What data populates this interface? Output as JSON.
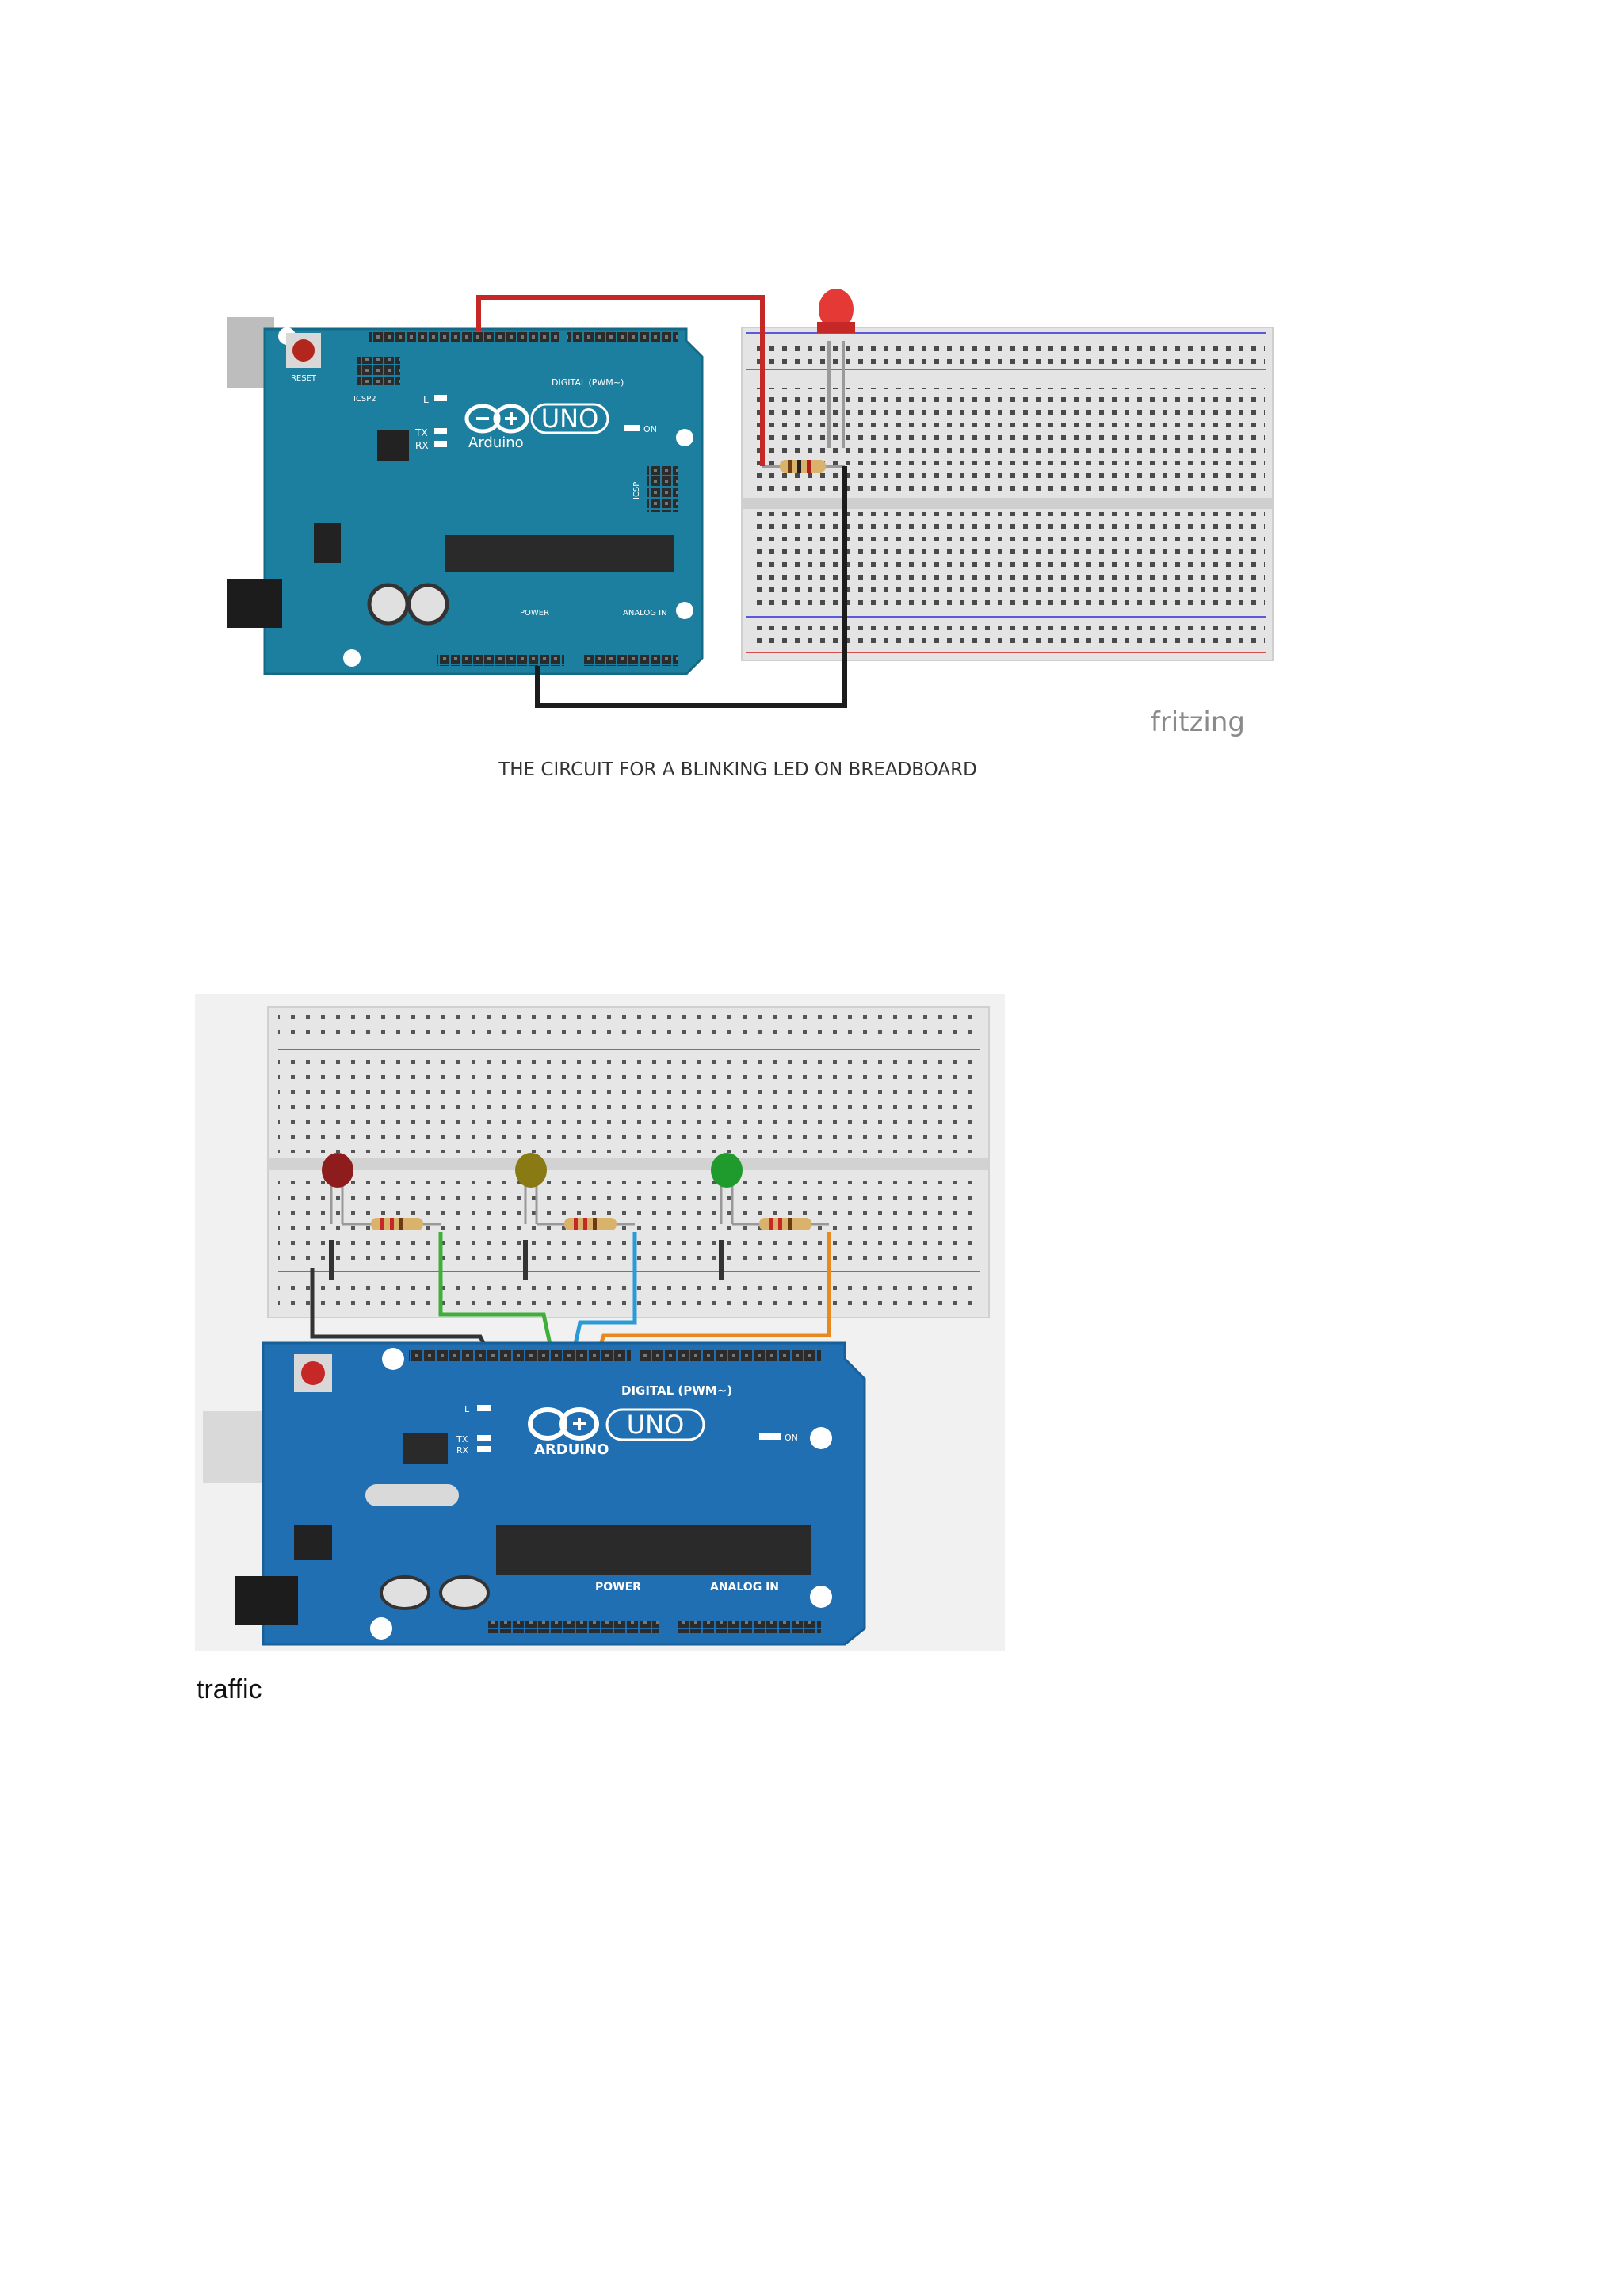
{
  "figure1": {
    "board_reset": "RESET",
    "board_icsp": "ICSP2",
    "board_icsp1": "ICSP",
    "board_model": "UNO",
    "board_brand": "Arduino",
    "board_led_l": "L",
    "board_led_tx": "TX",
    "board_led_rx": "RX",
    "board_on": "ON",
    "board_digital": "DIGITAL (PWM~)",
    "board_power": "POWER",
    "board_analog": "ANALOG IN",
    "watermark": "fritzing",
    "caption": "THE CIRCUIT FOR A BLINKING LED ON BREADBOARD"
  },
  "figure2": {
    "board_model": "UNO",
    "board_brand": "ARDUINO",
    "board_digital": "DIGITAL (PWM~)",
    "board_power": "POWER",
    "board_analog": "ANALOG IN",
    "board_on": "ON",
    "board_tx": "TX",
    "board_rx": "RX",
    "board_l": "L",
    "led_colors": [
      "#8e1c1c",
      "#8a7a14",
      "#1f9a2c"
    ],
    "wire_colors": [
      "#333333",
      "#3fae3a",
      "#2a9ad8",
      "#e68a1f"
    ]
  },
  "caption_text": "traffic"
}
